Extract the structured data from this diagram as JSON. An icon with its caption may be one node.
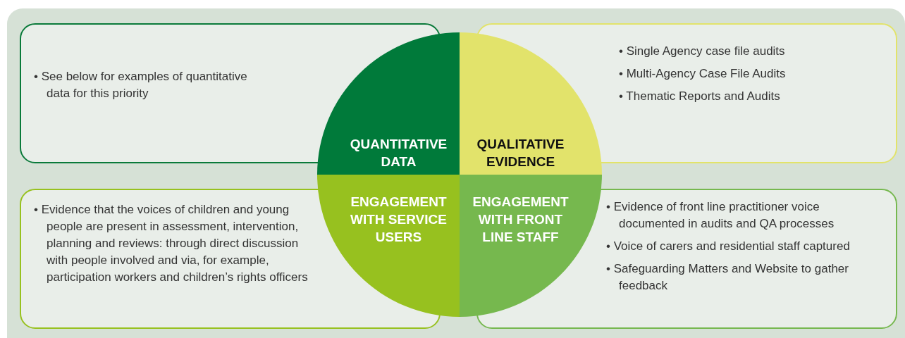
{
  "diagram": {
    "nodes": [
      {
        "text": [
          "• See below for examples of quantitative data for this priority"
        ]
      },
      {
        "text": [
          "• Single Agency case file audits",
          "• Multi-Agency Case File Audits",
          "• Thematic Reports and Audits"
        ]
      },
      {
        "text": [
          "QUANTITATIVE DATA"
        ]
      },
      {
        "text": [
          "QUALITATIVE EVIDENCE"
        ]
      },
      {
        "text": [
          "ENGAGEMENT WITH SERVICE USERS"
        ]
      },
      {
        "text": [
          "ENGAGEMENT WITH FRONT LINE STAFF"
        ]
      },
      {
        "text": [
          "• Evidence that the voices of children and young people are present in assessment, intervention, planning and reviews: through direct discussion with people involved and via, for example, participation workers and children’s rights officers"
        ]
      },
      {
        "text": [
          "• Evidence of front line practitioner voice documented in audits and QA processes",
          "• Voice of carers and residential staff captured",
          "• Safeguarding Matters and Website to gather feedback"
        ]
      }
    ]
  }
}
